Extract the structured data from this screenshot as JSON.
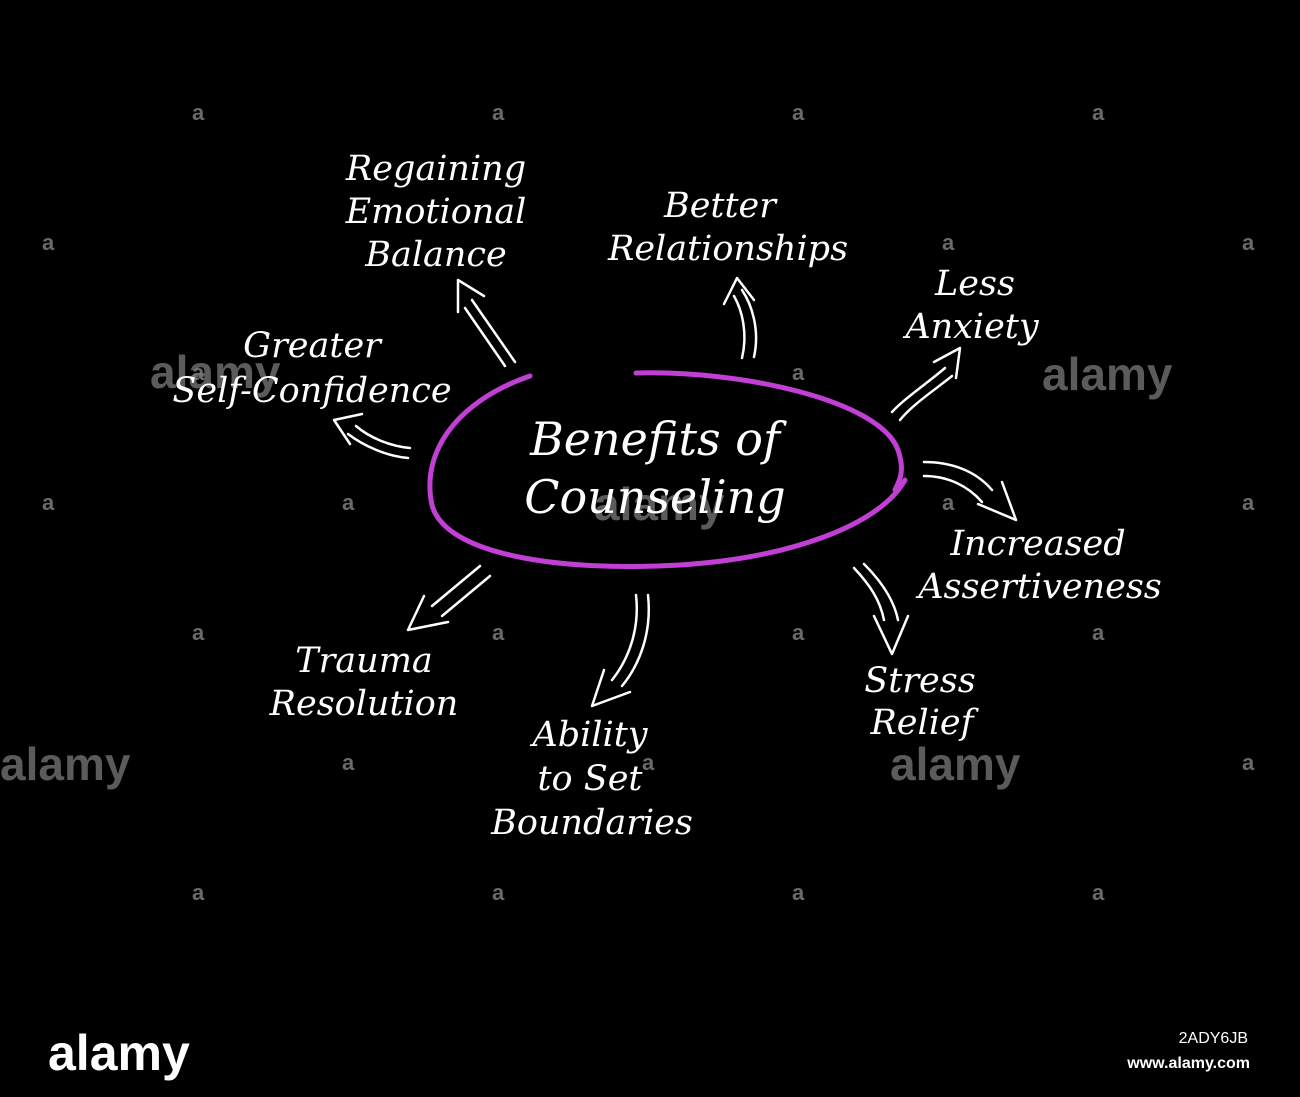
{
  "center": {
    "title_lines": [
      "Benefits of",
      "Counseling"
    ],
    "ellipse_color": "#c23fd6"
  },
  "nodes": [
    {
      "id": "regaining-emotional-balance",
      "lines": [
        "Regaining",
        "Emotional",
        "Balance"
      ]
    },
    {
      "id": "better-relationships",
      "lines": [
        "Better",
        "Relationships"
      ]
    },
    {
      "id": "less-anxiety",
      "lines": [
        "Less",
        "Anxiety"
      ]
    },
    {
      "id": "greater-self-confidence",
      "lines": [
        "Greater",
        "Self-Confidence"
      ]
    },
    {
      "id": "increased-assertiveness",
      "lines": [
        "Increased",
        "Assertiveness"
      ]
    },
    {
      "id": "trauma-resolution",
      "lines": [
        "Trauma",
        "Resolution"
      ]
    },
    {
      "id": "ability-to-set-boundaries",
      "lines": [
        "Ability",
        "to Set",
        "Boundaries"
      ]
    },
    {
      "id": "stress-relief",
      "lines": [
        "Stress",
        "Relief"
      ]
    }
  ],
  "watermark": {
    "small_mark": "a",
    "brand": "alamy"
  },
  "footer": {
    "logo": "alamy",
    "image_id": "2ADY6JB",
    "url": "www.alamy.com"
  }
}
